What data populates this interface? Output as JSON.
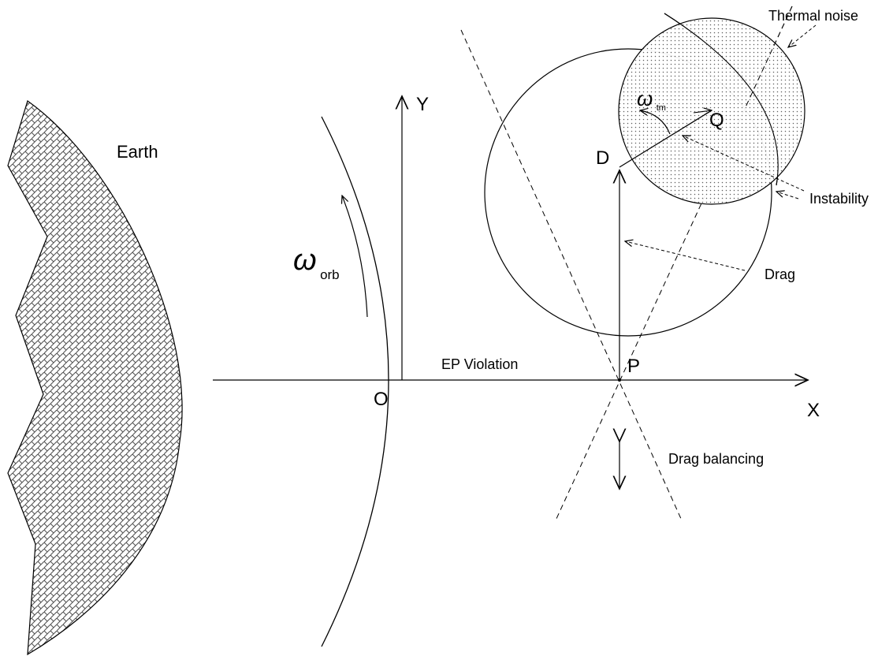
{
  "labels": {
    "earth": "Earth",
    "y_axis": "Y",
    "x_axis": "X",
    "origin": "O",
    "point_p": "P",
    "point_d": "D",
    "point_q": "Q",
    "omega_orb_symbol": "ω",
    "omega_orb_sub": "orb",
    "omega_tm_symbol": "ω",
    "omega_tm_sub": "tm",
    "ep_violation": "EP Violation",
    "drag": "Drag",
    "drag_balancing": "Drag balancing",
    "instability": "Instability",
    "thermal_noise": "Thermal noise"
  }
}
